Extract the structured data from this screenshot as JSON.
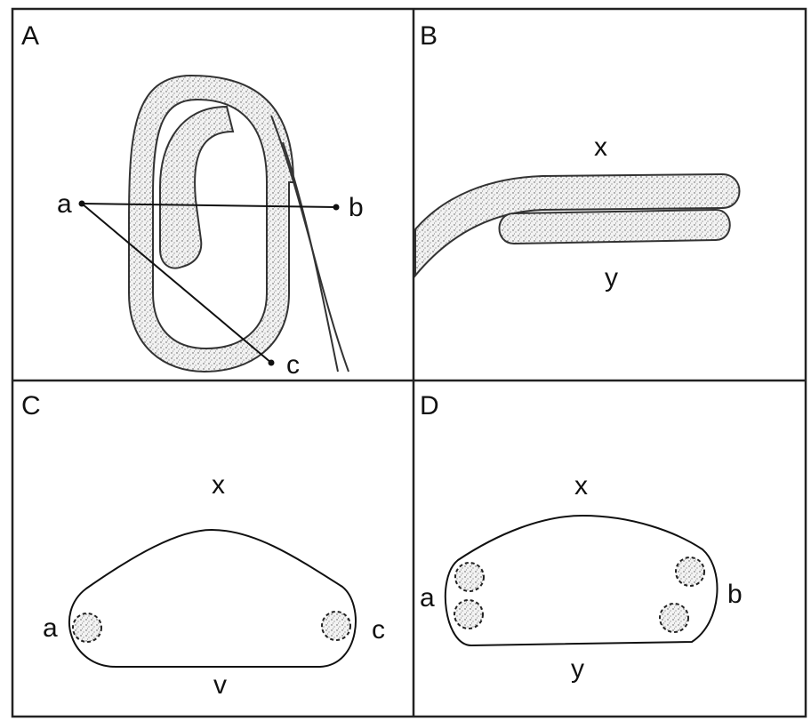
{
  "panels": [
    {
      "id": "A",
      "label": "A",
      "points": {
        "a": "a",
        "b": "b",
        "c": "c"
      }
    },
    {
      "id": "B",
      "label": "B",
      "points": {
        "x": "x",
        "y": "y"
      }
    },
    {
      "id": "C",
      "label": "C",
      "points": {
        "x": "x",
        "v": "v",
        "a": "a",
        "c": "c"
      }
    },
    {
      "id": "D",
      "label": "D",
      "points": {
        "x": "x",
        "y": "y",
        "a": "a",
        "b": "b"
      }
    }
  ]
}
